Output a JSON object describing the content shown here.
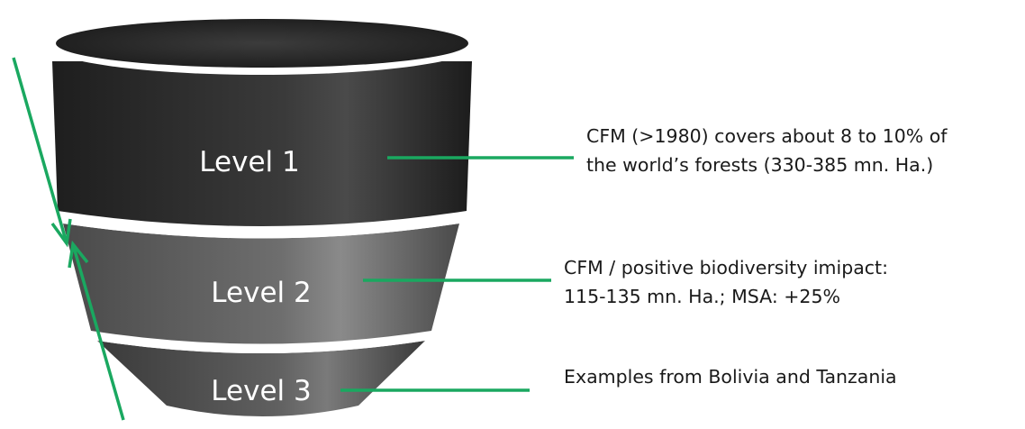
{
  "diagram": {
    "levels": [
      {
        "label": "Level 1"
      },
      {
        "label": "Level 2"
      },
      {
        "label": "Level 3"
      }
    ],
    "notes": [
      {
        "lines": [
          "CFM (>1980) covers about 8 to 10% of",
          "the world’s forests (330-385 mn. Ha.)"
        ]
      },
      {
        "lines": [
          "CFM / positive biodiversity imipact:",
          "115-135 mn. Ha.; MSA: +25%"
        ]
      },
      {
        "lines": [
          "Examples from Bolivia and Tanzania"
        ]
      }
    ],
    "colors": {
      "connector": "#1aa860",
      "funnel_dark": "#262626",
      "funnel_mid": "#6a6a6a",
      "band": "#ffffff"
    }
  }
}
